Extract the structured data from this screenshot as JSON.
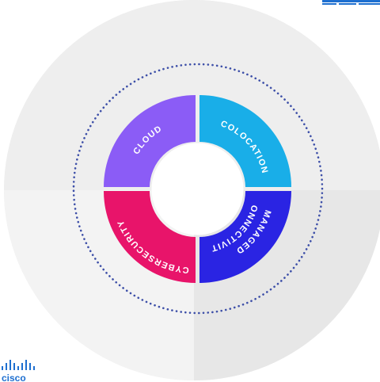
{
  "diagram": {
    "segments": [
      {
        "id": "cloud",
        "label": "CLOUD",
        "color": "#8b5cf6"
      },
      {
        "id": "colocation",
        "label": "COLOCATION",
        "color": "#19aee8"
      },
      {
        "id": "connectivity",
        "label": "MANAGED CONNECTIVITY",
        "lines": [
          "MANAGED",
          "CONNECTIVITY"
        ],
        "color": "#2a24e3"
      },
      {
        "id": "cybersecurity",
        "label": "CYBERSECURITY",
        "color": "#e8146a"
      }
    ],
    "outer_dotted_ring_color": "#3d4fa8",
    "background_disc_color": "#ececec"
  },
  "logos": {
    "partner_logo": {
      "name": "cisco-logo",
      "text": "cisco",
      "color": "#1e6fd0"
    },
    "top_right_logo": {
      "name": "corner-logo",
      "color": "#1e6fd0"
    }
  }
}
